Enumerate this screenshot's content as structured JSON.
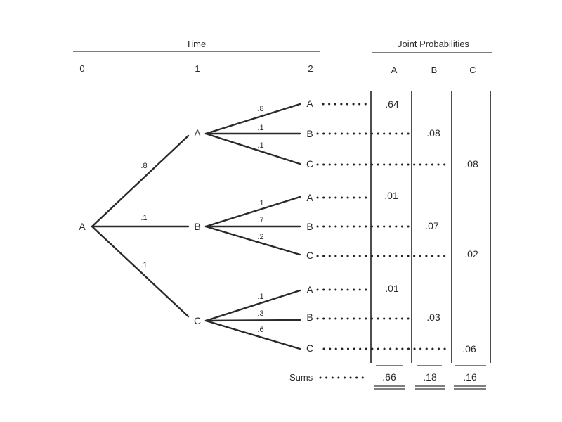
{
  "time": {
    "title": "Time",
    "periods": [
      "0",
      "1",
      "2"
    ]
  },
  "joint": {
    "title": "Joint Probabilities",
    "columns": [
      "A",
      "B",
      "C"
    ]
  },
  "root": {
    "label": "A"
  },
  "first_level": [
    {
      "label": "A",
      "prob": ".8"
    },
    {
      "label": "B",
      "prob": ".1"
    },
    {
      "label": "C",
      "prob": ".1"
    }
  ],
  "second_level": [
    {
      "label": "A",
      "prob": ".8",
      "joint": ".64",
      "column": "A"
    },
    {
      "label": "B",
      "prob": ".1",
      "joint": ".08",
      "column": "B"
    },
    {
      "label": "C",
      "prob": ".1",
      "joint": ".08",
      "column": "C"
    },
    {
      "label": "A",
      "prob": ".1",
      "joint": ".01",
      "column": "A"
    },
    {
      "label": "B",
      "prob": ".7",
      "joint": ".07",
      "column": "B"
    },
    {
      "label": "C",
      "prob": ".2",
      "joint": ".02",
      "column": "C"
    },
    {
      "label": "A",
      "prob": ".1",
      "joint": ".01",
      "column": "A"
    },
    {
      "label": "B",
      "prob": ".3",
      "joint": ".03",
      "column": "B"
    },
    {
      "label": "C",
      "prob": ".6",
      "joint": ".06",
      "column": "C"
    }
  ],
  "sums": {
    "label": "Sums",
    "values": [
      ".66",
      ".18",
      ".16"
    ]
  }
}
